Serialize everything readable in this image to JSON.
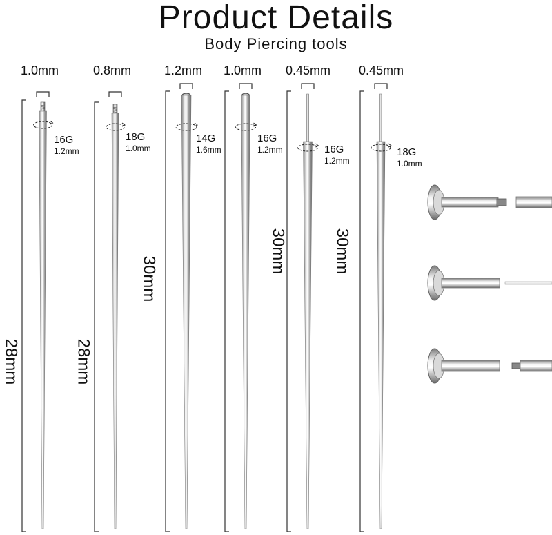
{
  "header": {
    "title": "Product Details",
    "subtitle": "Body Piercing tools"
  },
  "tapers": [
    {
      "diameter": "1.0mm",
      "gauge": "16G",
      "gauge_mm": "1.2mm",
      "length": "28mm",
      "tip": "threaded"
    },
    {
      "diameter": "0.8mm",
      "gauge": "18G",
      "gauge_mm": "1.0mm",
      "length": "28mm",
      "tip": "threaded"
    },
    {
      "diameter": "1.2mm",
      "gauge": "14G",
      "gauge_mm": "1.6mm",
      "length": "30mm",
      "tip": "hollow"
    },
    {
      "diameter": "1.0mm",
      "gauge": "16G",
      "gauge_mm": "1.2mm",
      "length": "30mm",
      "tip": "hollow"
    },
    {
      "diameter": "0.45mm",
      "gauge": "16G",
      "gauge_mm": "1.2mm",
      "length": "30mm",
      "tip": "pin"
    },
    {
      "diameter": "0.45mm",
      "gauge": "18G",
      "gauge_mm": "1.0mm",
      "length": "",
      "tip": "pin"
    }
  ],
  "colors": {
    "text": "#111111",
    "line": "#333333",
    "steel_dark": "#8c8c8c",
    "steel_light": "#f2f2f2"
  }
}
